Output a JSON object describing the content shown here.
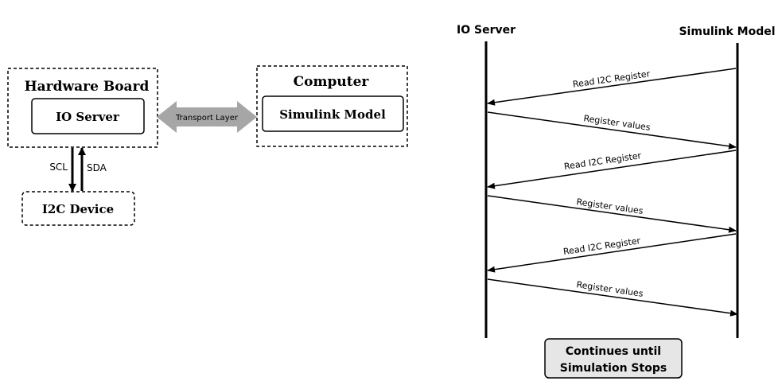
{
  "left": {
    "hardware_board": {
      "title": "Hardware Board",
      "inner": "IO Server"
    },
    "computer": {
      "title": "Computer",
      "inner": "Simulink Model"
    },
    "transport": {
      "label": "Transport Layer"
    },
    "bus": {
      "scl": "SCL",
      "sda": "SDA"
    },
    "device": {
      "label": "I2C Device"
    }
  },
  "sequence": {
    "left_lane": "IO Server",
    "right_lane": "Simulink Model",
    "messages": [
      {
        "label": "Read  I2C Register",
        "direction": "to-left"
      },
      {
        "label": "Register values",
        "direction": "to-right"
      },
      {
        "label": "Read  I2C Register",
        "direction": "to-left"
      },
      {
        "label": "Register values",
        "direction": "to-right"
      },
      {
        "label": "Read  I2C Register",
        "direction": "to-left"
      },
      {
        "label": "Register values",
        "direction": "to-right"
      }
    ],
    "footer": {
      "line1": "Continues until",
      "line2": "Simulation Stops"
    }
  },
  "colors": {
    "line": "#000000",
    "transport_arrow": "#a6a6a6",
    "footer_fill": "#e7e6e6"
  }
}
